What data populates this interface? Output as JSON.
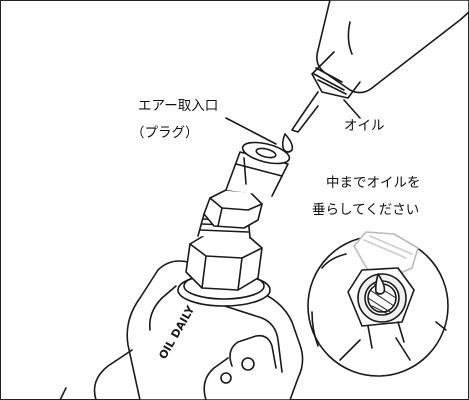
{
  "labels": {
    "air_intake": "エアー取入口",
    "plug": "（プラグ）",
    "oil": "オイル",
    "instruction_line1": "中までオイルを",
    "instruction_line2": "垂らしてください"
  },
  "tool_lettering": "OIL DAILY",
  "colors": {
    "line": "#1a1a1a",
    "fill": "#ffffff",
    "shade": "#e6e6e6"
  }
}
